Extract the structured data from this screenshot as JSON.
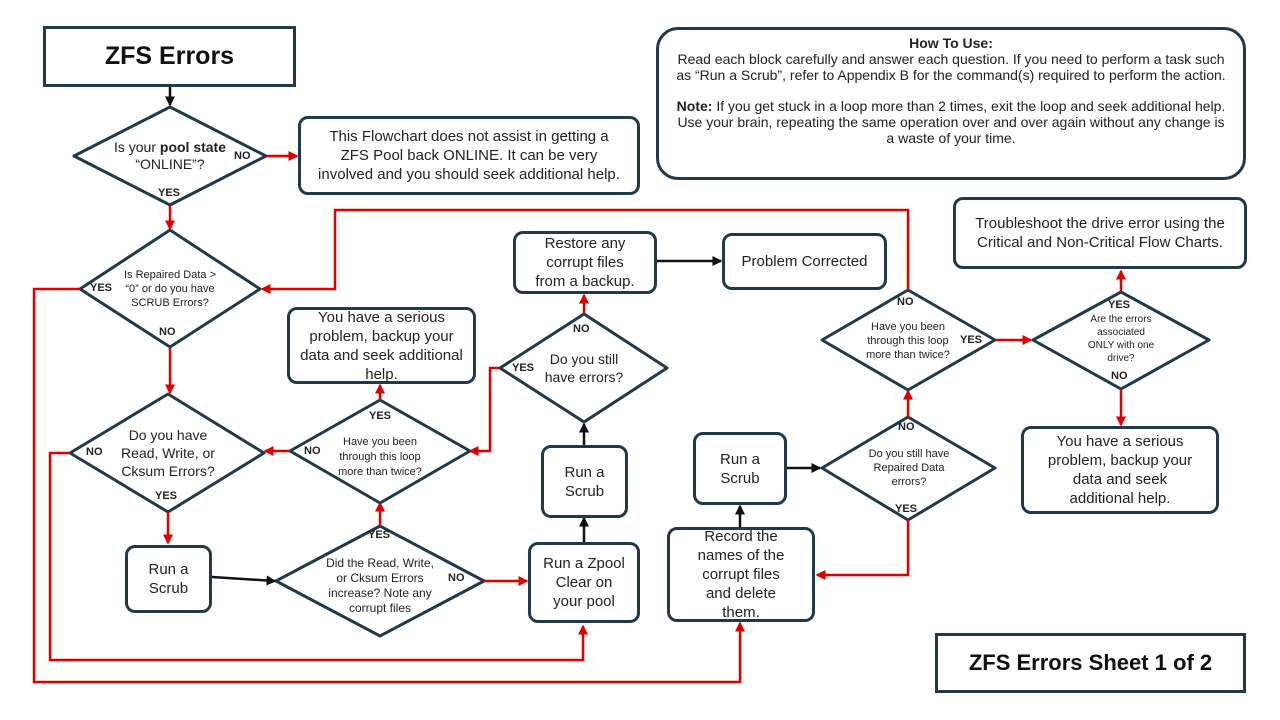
{
  "title": "ZFS Errors",
  "sheet_label": "ZFS Errors Sheet 1 of 2",
  "how_to": {
    "heading": "How To Use:",
    "para1": "Read each block carefully and answer each question.  If you need to perform a task such as “Run a Scrub”, refer to Appendix B for the command(s) required to perform the action.",
    "note_label": "Note:",
    "para2": " If you get stuck in a loop more than 2 times, exit the loop and seek additional help.  Use your brain, repeating the same operation over and over again without any change is a waste of your time."
  },
  "decisions": {
    "pool_state": {
      "pre": "Is your ",
      "bold": "pool state",
      "post": "“ONLINE”?"
    },
    "repaired_data": "Is Repaired Data > “0” or do you have SCRUB Errors?",
    "rw_cksum": "Do you have Read, Write, or Cksum Errors?",
    "loop_left": "Have you been through this loop more than twice?",
    "still_errors": "Do you still have errors?",
    "errors_increase": "Did the Read, Write, or Cksum Errors increase? Note any corrupt files",
    "loop_right": "Have you been through this loop more than twice?",
    "only_one_drive": "Are the errors associated ONLY with one drive?",
    "still_repaired": "Do you still have Repaired Data errors?"
  },
  "processes": {
    "not_online": "This Flowchart does not assist in getting a ZFS Pool back ONLINE.  It can be very involved and you should seek additional help.",
    "restore": "Restore any corrupt files from a  backup.",
    "corrected": "Problem Corrected",
    "troubleshoot": "Troubleshoot the drive error using the Critical and Non-Critical Flow Charts.",
    "serious_left": "You have a serious problem, backup your data and seek additional help.",
    "serious_right": "You have a serious problem, backup your data and seek additional help.",
    "scrub_left": "Run a Scrub",
    "scrub_mid": "Run a Scrub",
    "scrub_right": "Run a Scrub",
    "zpool_clear": "Run a Zpool Clear on your pool",
    "record_files": "Record the names of the corrupt files and delete them."
  },
  "labels": {
    "yes": "YES",
    "no": "NO"
  },
  "colors": {
    "yes_no_flow": "#e00000",
    "main_flow": "#111111",
    "border": "#1f3b4a"
  }
}
